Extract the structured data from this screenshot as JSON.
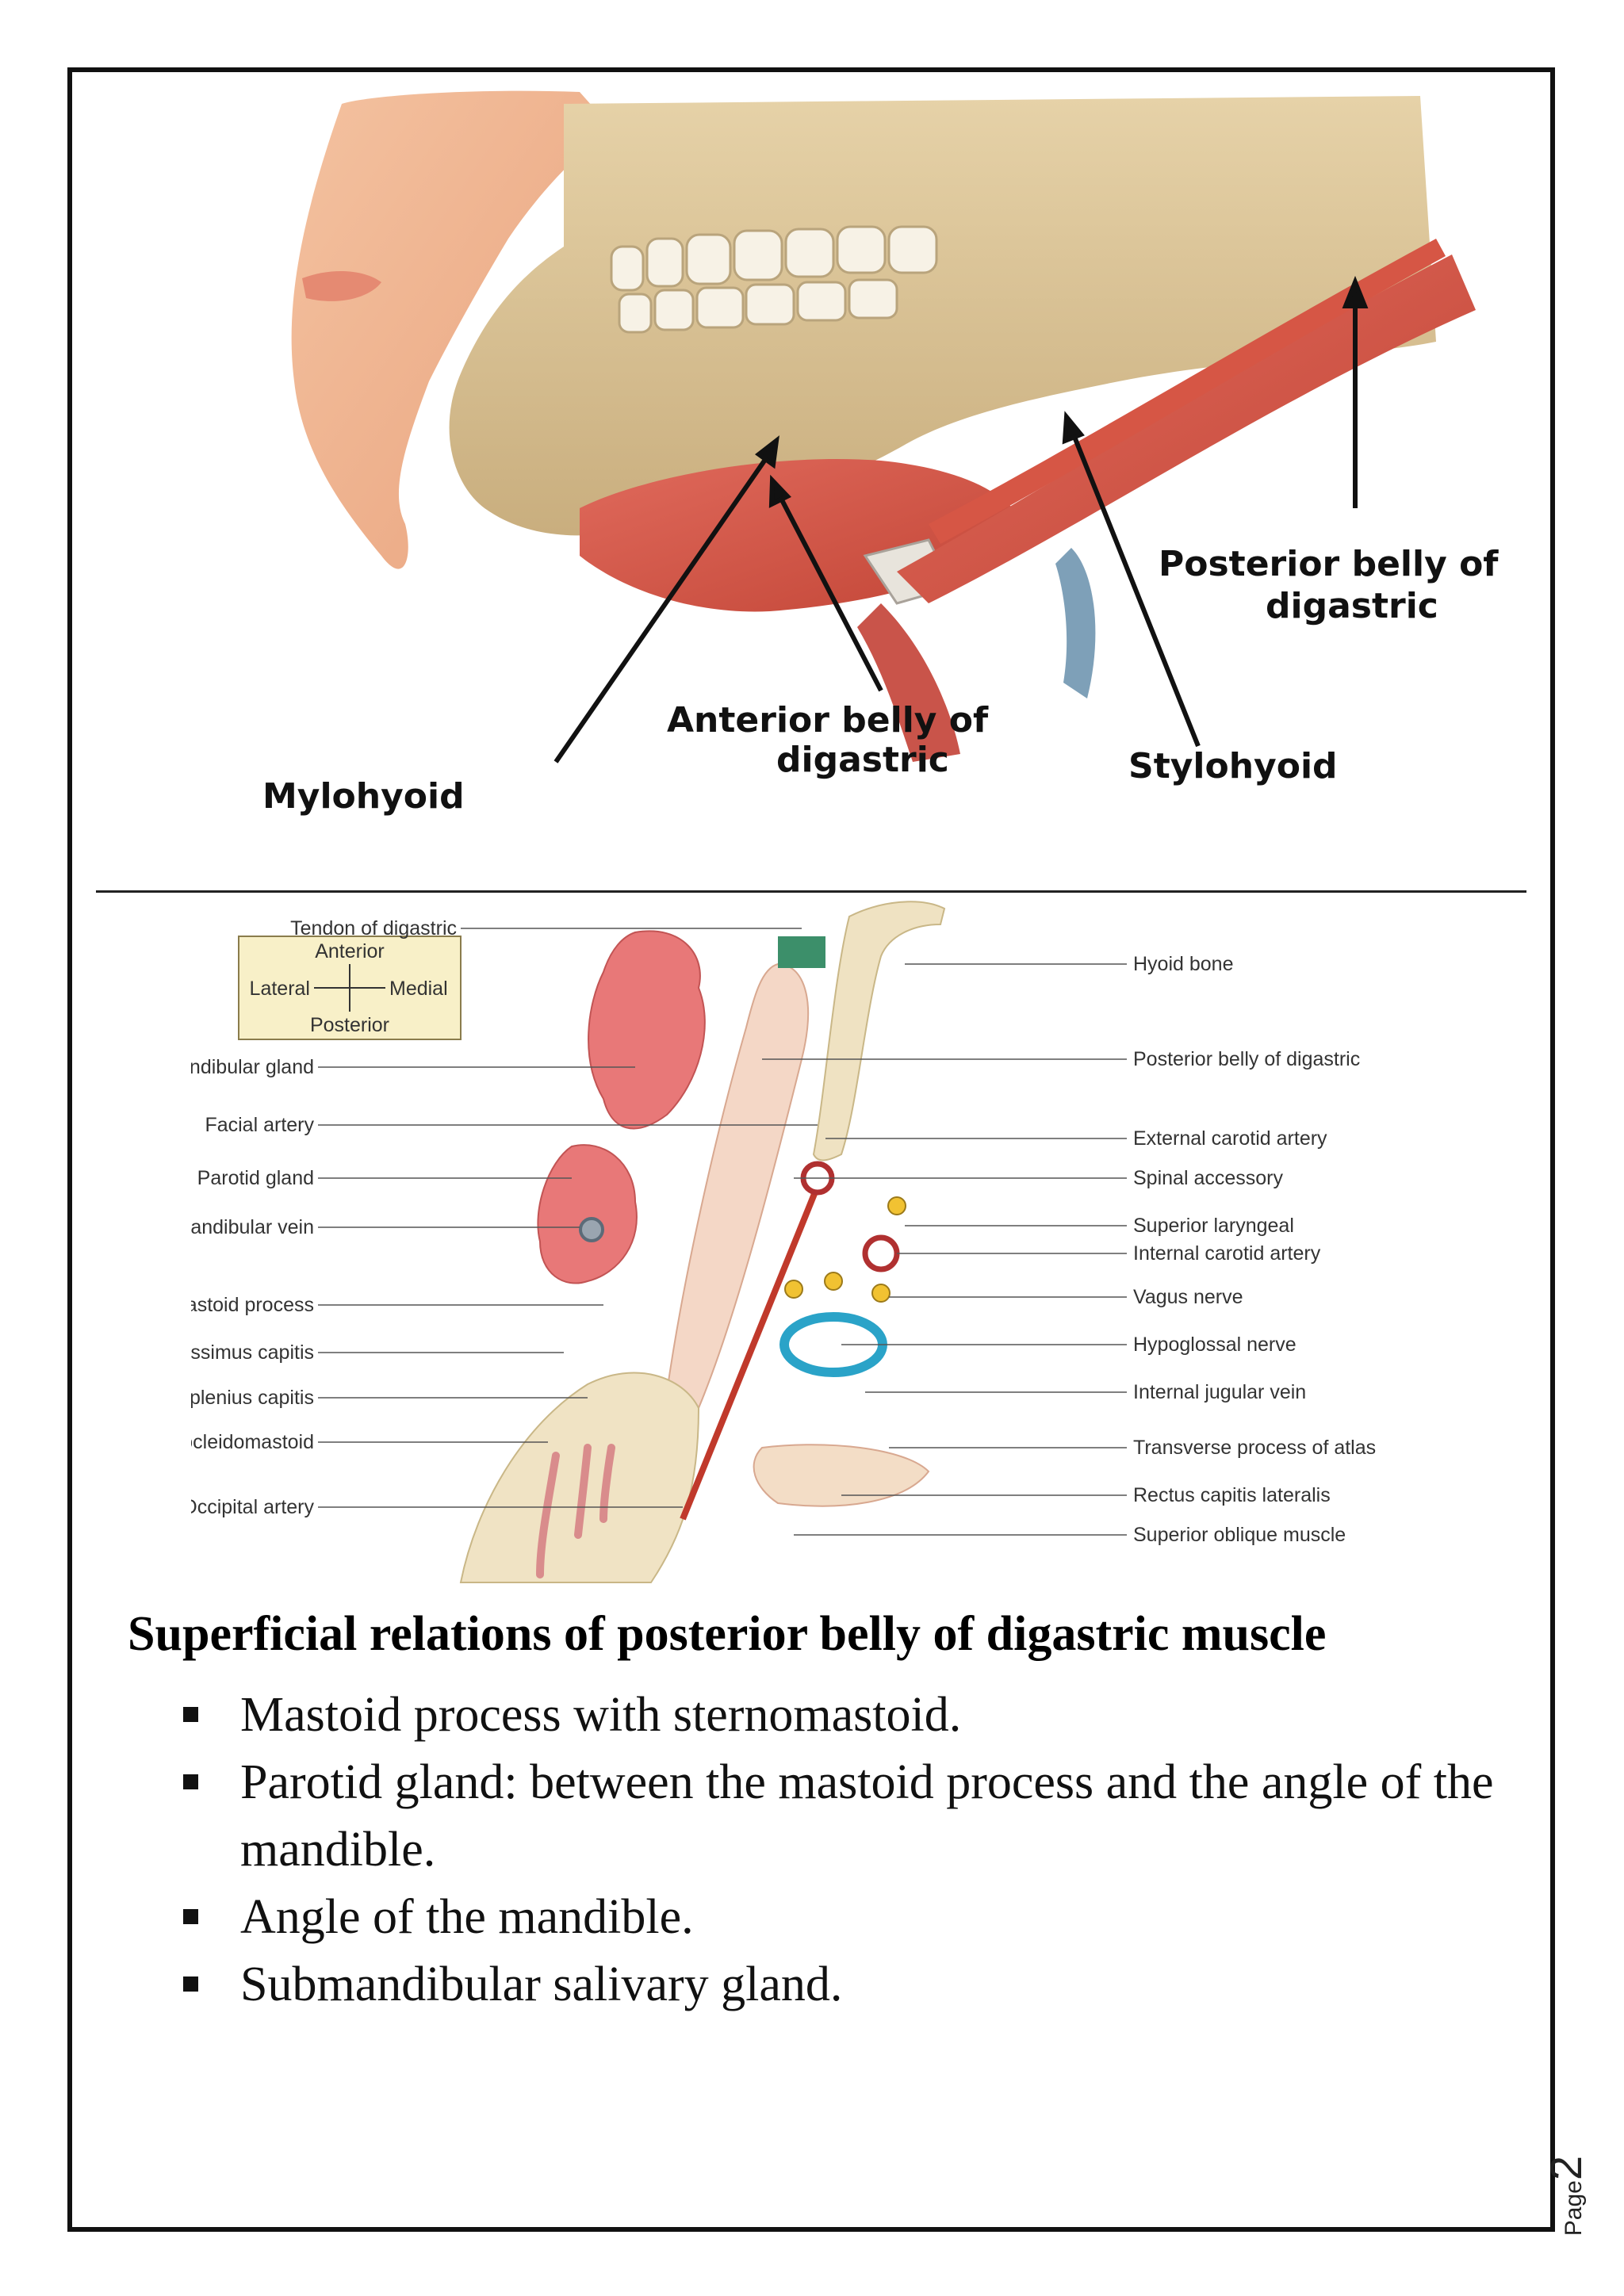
{
  "figure_top": {
    "labels": {
      "posterior_belly_line1": "Posterior belly of",
      "posterior_belly_line2": "digastric",
      "anterior_belly_line1": "Anterior belly of",
      "anterior_belly_line2": "digastric",
      "stylohyoid": "Stylohyoid",
      "mylohyoid": "Mylohyoid"
    }
  },
  "figure_bottom": {
    "orientation": {
      "anterior": "Anterior",
      "posterior": "Posterior",
      "lateral": "Lateral",
      "medial": "Medial"
    },
    "labels_left": [
      "Tendon of digastric",
      "Submandibular gland",
      "Facial artery",
      "Parotid gland",
      "Retromandibular vein",
      "Mastoid process",
      "Longissimus capitis",
      "Splenius capitis",
      "Sternocleidomastoid",
      "Occipital artery"
    ],
    "labels_right": [
      "Hyoid bone",
      "Posterior belly of digastric",
      "External carotid artery",
      "Spinal accessory",
      "Superior laryngeal",
      "Internal carotid artery",
      "Vagus nerve",
      "Hypoglossal nerve",
      "Internal jugular vein",
      "Transverse process of atlas",
      "Rectus capitis lateralis",
      "Superior oblique muscle"
    ]
  },
  "heading": "Superficial relations of posterior belly of digastric muscle",
  "bullets": [
    "Mastoid process with sternomastoid.",
    "Parotid gland: between the mastoid process and the angle of the mandible.",
    "Angle of the mandible.",
    "Submandibular salivary gland."
  ],
  "page_label": "Page",
  "page_number": "2"
}
